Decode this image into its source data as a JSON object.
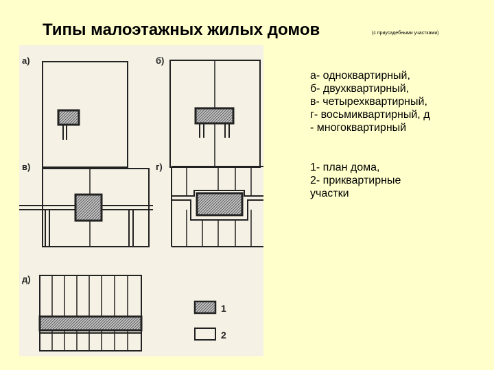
{
  "header": {
    "title": "Типы малоэтажных жилых домов",
    "subtitle": "(с приусадебными участками)"
  },
  "figure": {
    "panels": [
      {
        "id": "a",
        "label": "а)"
      },
      {
        "id": "b",
        "label": "б)"
      },
      {
        "id": "v",
        "label": "в)"
      },
      {
        "id": "g",
        "label": "г)"
      },
      {
        "id": "d",
        "label": "д)"
      }
    ],
    "key": [
      {
        "label": "1"
      },
      {
        "label": "2"
      }
    ]
  },
  "legend": {
    "types": [
      "а- одноквартирный,",
      "б- двухквартирный,",
      "в- четырехквартирный,",
      "г- восьмиквартирный,  д",
      "- многоквартирный"
    ],
    "keys": [
      "1- план дома,",
      "2- приквартирные",
      "участки"
    ]
  }
}
